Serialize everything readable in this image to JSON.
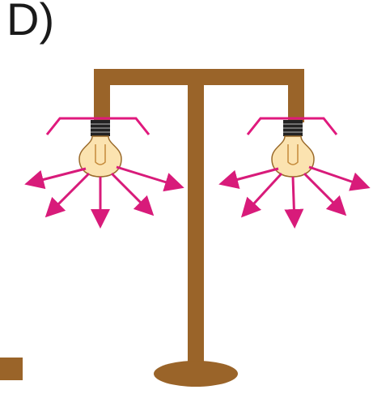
{
  "option": {
    "label": "D)"
  },
  "colors": {
    "pole": "#9a6429",
    "shade": "#e0197d",
    "ray": "#d81b7a",
    "bulb_glass": "#fbe3b0",
    "bulb_outline": "#9a6a2a",
    "socket": "#222222"
  },
  "lamps": [
    {
      "name": "left-lamp",
      "rays": 5
    },
    {
      "name": "right-lamp",
      "rays": 5
    }
  ]
}
